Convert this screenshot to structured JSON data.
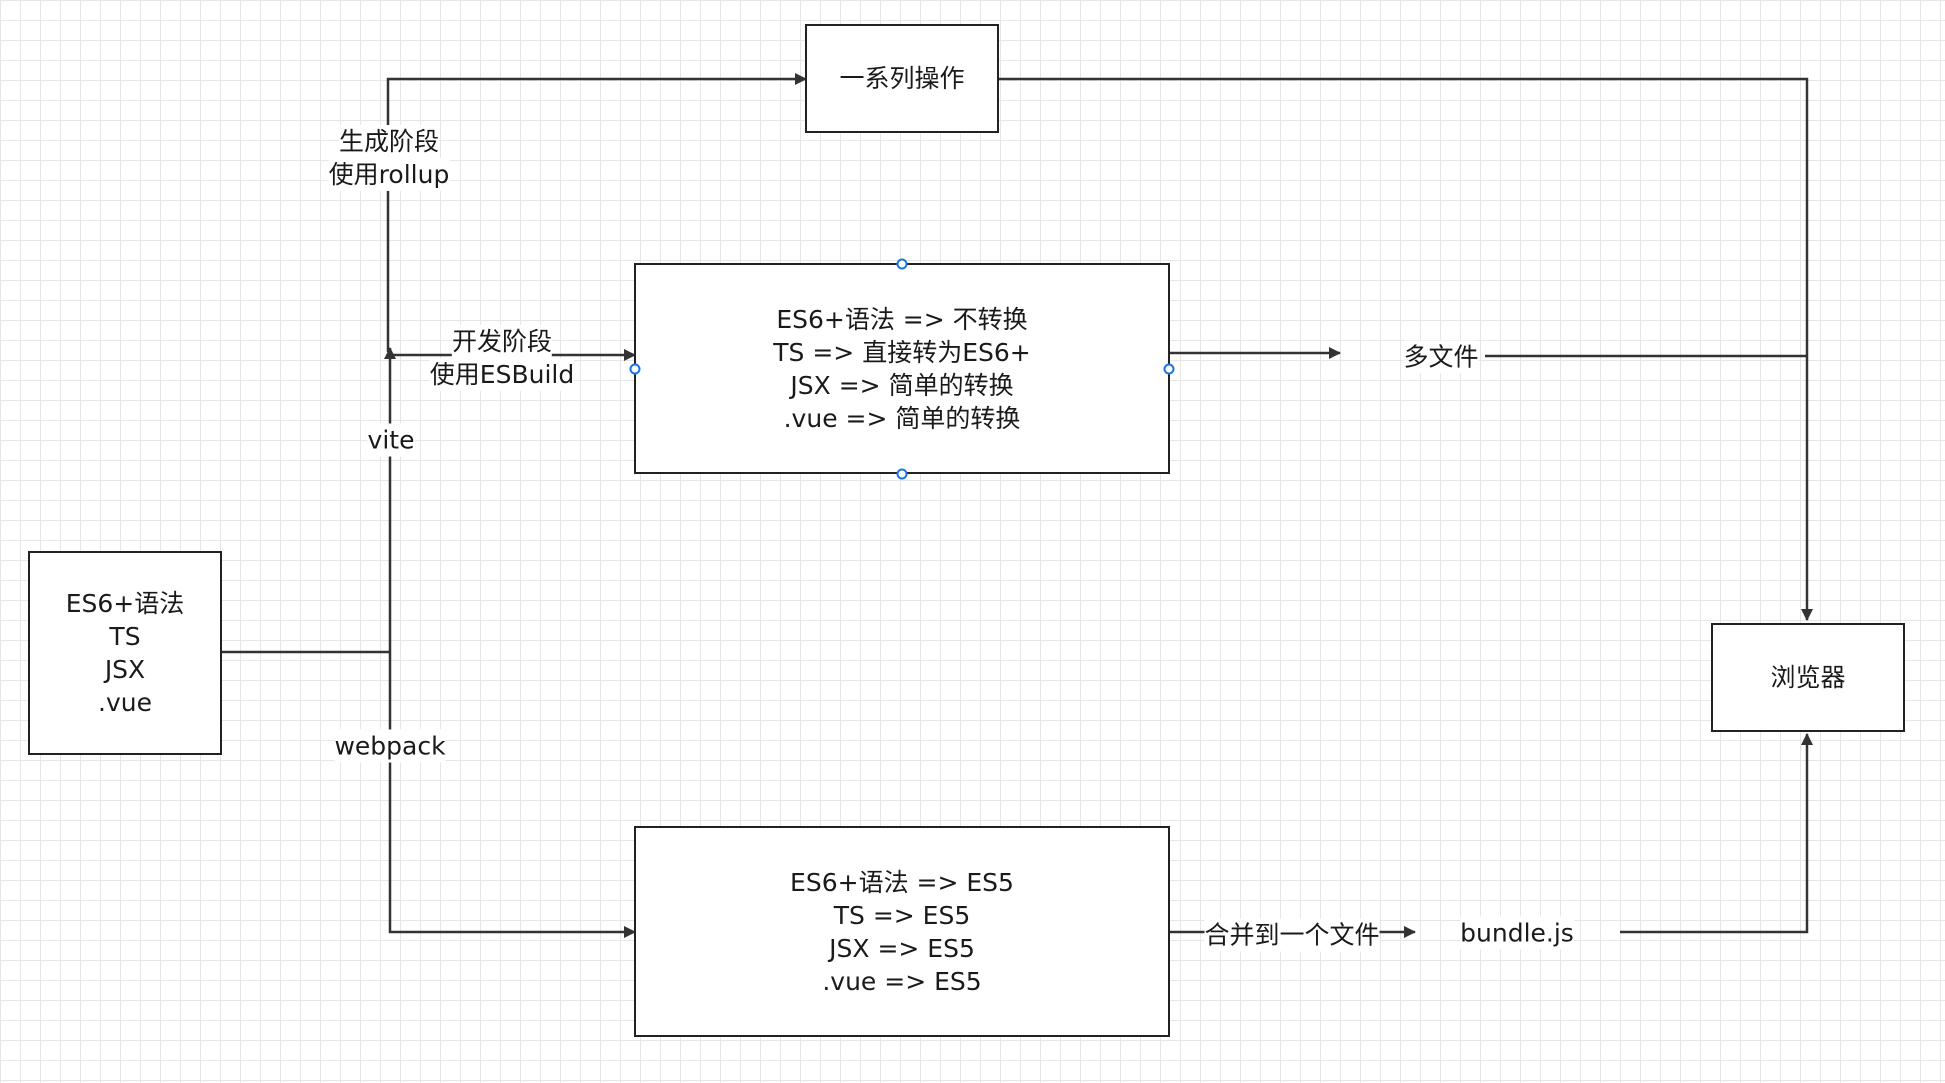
{
  "nodes": {
    "source": {
      "lines": [
        "ES6+语法",
        "TS",
        "JSX",
        ".vue"
      ]
    },
    "ops": {
      "lines": [
        "一系列操作"
      ]
    },
    "esbuild": {
      "lines": [
        "ES6+语法 => 不转换",
        "TS => 直接转为ES6+",
        "JSX => 简单的转换",
        ".vue =>  简单的转换"
      ]
    },
    "webpack": {
      "lines": [
        "ES6+语法 => ES5",
        "TS => ES5",
        "JSX => ES5",
        ".vue => ES5"
      ]
    },
    "browser": {
      "lines": [
        "浏览器"
      ]
    }
  },
  "labels": {
    "build_phase": [
      "生成阶段",
      "使用rollup"
    ],
    "dev_phase": [
      "开发阶段",
      "使用ESBuild"
    ],
    "vite": "vite",
    "webpack": "webpack",
    "multi_file": "多文件",
    "merge": "合并到一个文件",
    "bundle": "bundle.js"
  },
  "colors": {
    "line": "#333333",
    "handle": "#1a73e8",
    "grid": "#e6e6e6"
  }
}
